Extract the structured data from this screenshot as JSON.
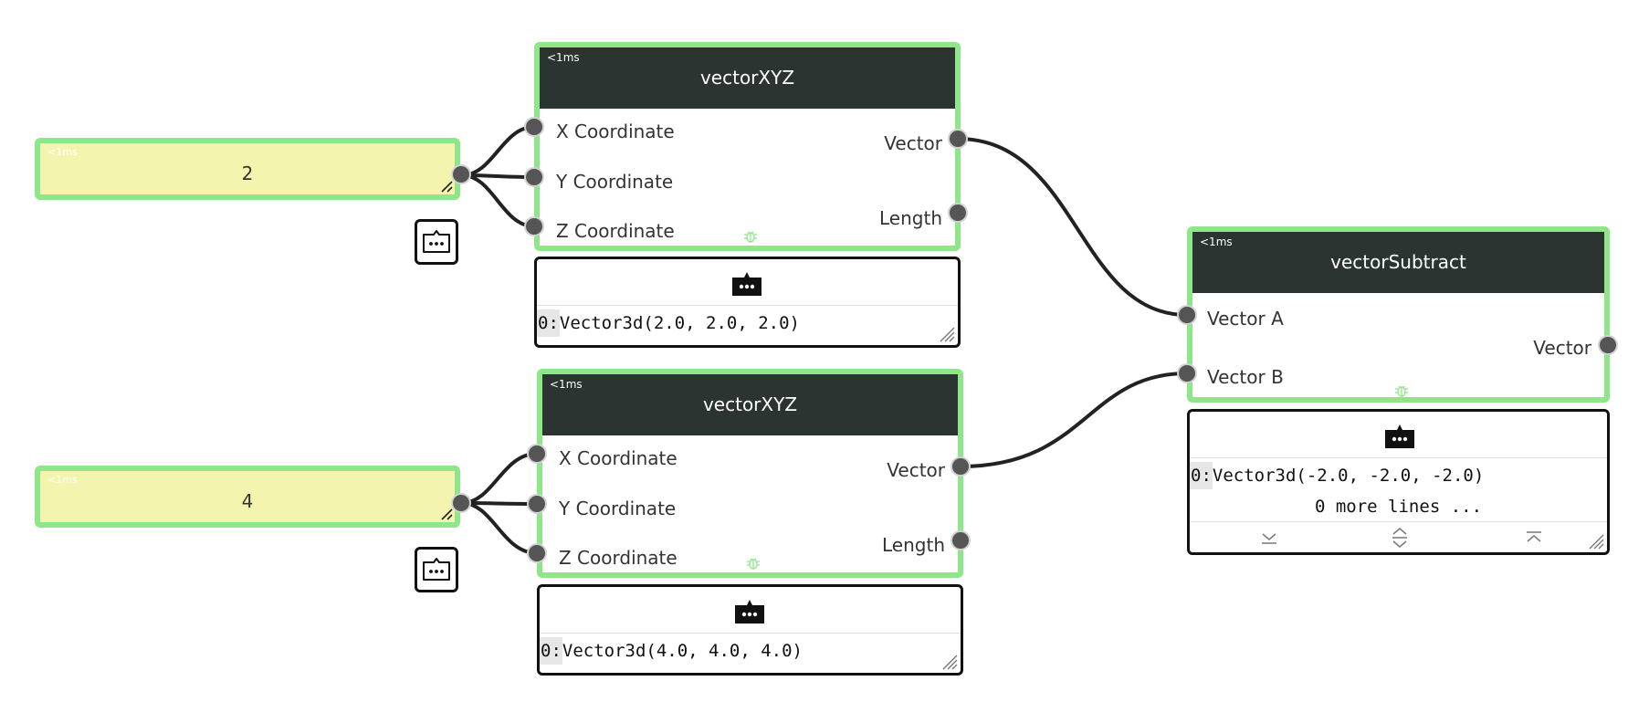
{
  "number_nodes": [
    {
      "time": "<1ms",
      "value": "2"
    },
    {
      "time": "<1ms",
      "value": "4"
    }
  ],
  "vector_nodes": [
    {
      "time": "<1ms",
      "title": "vectorXYZ",
      "inputs": [
        "X Coordinate",
        "Y Coordinate",
        "Z Coordinate"
      ],
      "outputs": [
        "Vector",
        "Length"
      ],
      "output_panel": {
        "lines": [
          {
            "index": "0:",
            "text": "Vector3d(2.0, 2.0, 2.0)"
          }
        ]
      }
    },
    {
      "time": "<1ms",
      "title": "vectorXYZ",
      "inputs": [
        "X Coordinate",
        "Y Coordinate",
        "Z Coordinate"
      ],
      "outputs": [
        "Vector",
        "Length"
      ],
      "output_panel": {
        "lines": [
          {
            "index": "0:",
            "text": "Vector3d(4.0, 4.0, 4.0)"
          }
        ]
      }
    },
    {
      "time": "<1ms",
      "title": "vectorSubtract",
      "inputs": [
        "Vector A",
        "Vector B"
      ],
      "outputs": [
        "Vector"
      ],
      "output_panel": {
        "lines": [
          {
            "index": "0:",
            "text": "Vector3d(-2.0, -2.0, -2.0)"
          }
        ],
        "more": "0 more lines ..."
      }
    }
  ],
  "colors": {
    "node_border": "#8fe58a",
    "number_fill": "#f3f5ae",
    "header_fill": "#2c3432",
    "wire": "#222222",
    "port": "#555555"
  },
  "icons": {
    "debug": "bug-icon",
    "output_toggle": "dots-chat-icon",
    "resize": "resize-grip-icon"
  }
}
